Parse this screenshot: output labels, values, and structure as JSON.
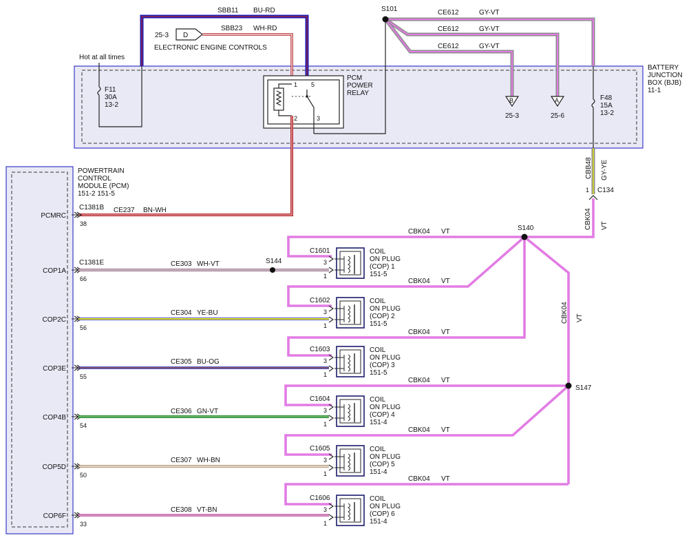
{
  "bjb": {
    "name_lines": [
      "BATTERY",
      "JUNCTION",
      "BOX (BJB)",
      "11-1"
    ],
    "hot_label": "Hot at all times",
    "f11": [
      "F11",
      "30A",
      "13-2"
    ],
    "f48": [
      "F48",
      "15A",
      "13-2"
    ],
    "relay": {
      "name_lines": [
        "PCM",
        "POWER",
        "RELAY"
      ],
      "pins": [
        "1",
        "5",
        "2",
        "3"
      ]
    },
    "connectors": [
      {
        "letter": "B",
        "ref": "25-3"
      },
      {
        "letter": "A",
        "ref": "25-6"
      }
    ]
  },
  "eec": {
    "ref": "25-3",
    "letter": "D",
    "label": "ELECTRONIC ENGINE CONTROLS"
  },
  "splices": {
    "s101": "S101",
    "s140": "S140",
    "s144": "S144",
    "s147": "S147"
  },
  "c134": {
    "pin": "1",
    "name": "C134"
  },
  "pcm": {
    "name_lines": [
      "POWERTRAIN",
      "CONTROL",
      "MODULE (PCM)",
      "151-2   151-5"
    ],
    "connectors": [
      "C1381B",
      "C1381E"
    ],
    "pins": [
      {
        "label": "PCMRC",
        "pin": "38"
      },
      {
        "label": "COP1A",
        "pin": "66"
      },
      {
        "label": "COP2C",
        "pin": "56"
      },
      {
        "label": "COP3E",
        "pin": "55"
      },
      {
        "label": "COP4B",
        "pin": "54"
      },
      {
        "label": "COP5D",
        "pin": "50"
      },
      {
        "label": "COP6F",
        "pin": "33"
      }
    ]
  },
  "wires": {
    "sbb11": {
      "circuit": "SBB11",
      "color": "BU-RD"
    },
    "sbb23": {
      "circuit": "SBB23",
      "color": "WH-RD"
    },
    "ce612": {
      "circuit": "CE612",
      "color": "GY-VT"
    },
    "cbb48": {
      "circuit": "CBB48",
      "color": "GY-YE"
    },
    "cbk04": {
      "circuit": "CBK04",
      "color": "VT"
    },
    "ce237": {
      "circuit": "CE237",
      "color": "BN-WH"
    },
    "ce303": {
      "circuit": "CE303",
      "color": "WH-VT"
    },
    "ce304": {
      "circuit": "CE304",
      "color": "YE-BU"
    },
    "ce305": {
      "circuit": "CE305",
      "color": "BU-OG"
    },
    "ce306": {
      "circuit": "CE306",
      "color": "GN-VT"
    },
    "ce307": {
      "circuit": "CE307",
      "color": "WH-BN"
    },
    "ce308": {
      "circuit": "CE308",
      "color": "VT-BN"
    }
  },
  "coils": [
    {
      "connector": "C1601",
      "name_lines": [
        "COIL",
        "ON PLUG",
        "(COP) 1",
        "151-5"
      ],
      "pins": [
        "3",
        "1"
      ]
    },
    {
      "connector": "C1602",
      "name_lines": [
        "COIL",
        "ON PLUG",
        "(COP) 2",
        "151-5"
      ],
      "pins": [
        "3",
        "1"
      ]
    },
    {
      "connector": "C1603",
      "name_lines": [
        "COIL",
        "ON PLUG",
        "(COP) 3",
        "151-5"
      ],
      "pins": [
        "3",
        "1"
      ]
    },
    {
      "connector": "C1604",
      "name_lines": [
        "COIL",
        "ON PLUG",
        "(COP) 4",
        "151-4"
      ],
      "pins": [
        "3",
        "1"
      ]
    },
    {
      "connector": "C1605",
      "name_lines": [
        "COIL",
        "ON PLUG",
        "(COP) 5",
        "151-4"
      ],
      "pins": [
        "3",
        "1"
      ]
    },
    {
      "connector": "C1606",
      "name_lines": [
        "COIL",
        "ON PLUG",
        "(COP) 6",
        "151-4"
      ],
      "pins": [
        "3",
        "1"
      ]
    }
  ],
  "colors": {
    "blue": "#1c1cb4",
    "red": "#b8262b",
    "violet": "#e27ce4",
    "gray": "#8c8c8c",
    "yellow": "#ecec18",
    "green": "#2f8a2f",
    "brown": "#8a5a2a",
    "box_border": "#3838c8",
    "box_fill": "#e9e9f6"
  }
}
